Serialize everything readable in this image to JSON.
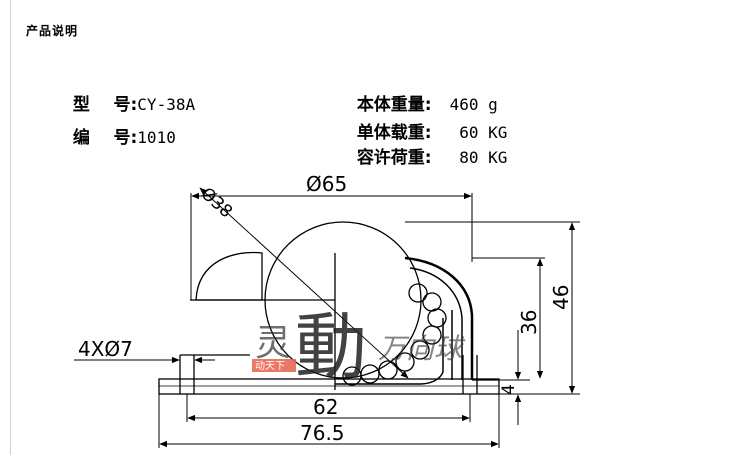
{
  "header": {
    "title": "产品说明"
  },
  "specs": {
    "model": {
      "label": "型    号:",
      "value": "CY-38A"
    },
    "code": {
      "label": "编    号:",
      "value": "1010"
    },
    "body_weight": {
      "label": "本体重量:",
      "value": "460 g"
    },
    "single_load": {
      "label": "单体载重:",
      "value": " 60 KG"
    },
    "allowed_load": {
      "label": "容许荷重:",
      "value": " 80 KG"
    }
  },
  "dimensions": {
    "ball_dia": "Ø38",
    "outer_dia": "Ø65",
    "holes": "4XØ7",
    "pitch": "62",
    "base_width": "76.5",
    "total_height": "46",
    "housing_height": "36",
    "flange_thickness": "4"
  },
  "watermark": {
    "big_char": "動",
    "left_char": "灵",
    "tail": "万向球",
    "stamp": "动天下"
  },
  "colors": {
    "line": "#000000",
    "stamp": "#e8604a",
    "watermark": "#333333"
  }
}
